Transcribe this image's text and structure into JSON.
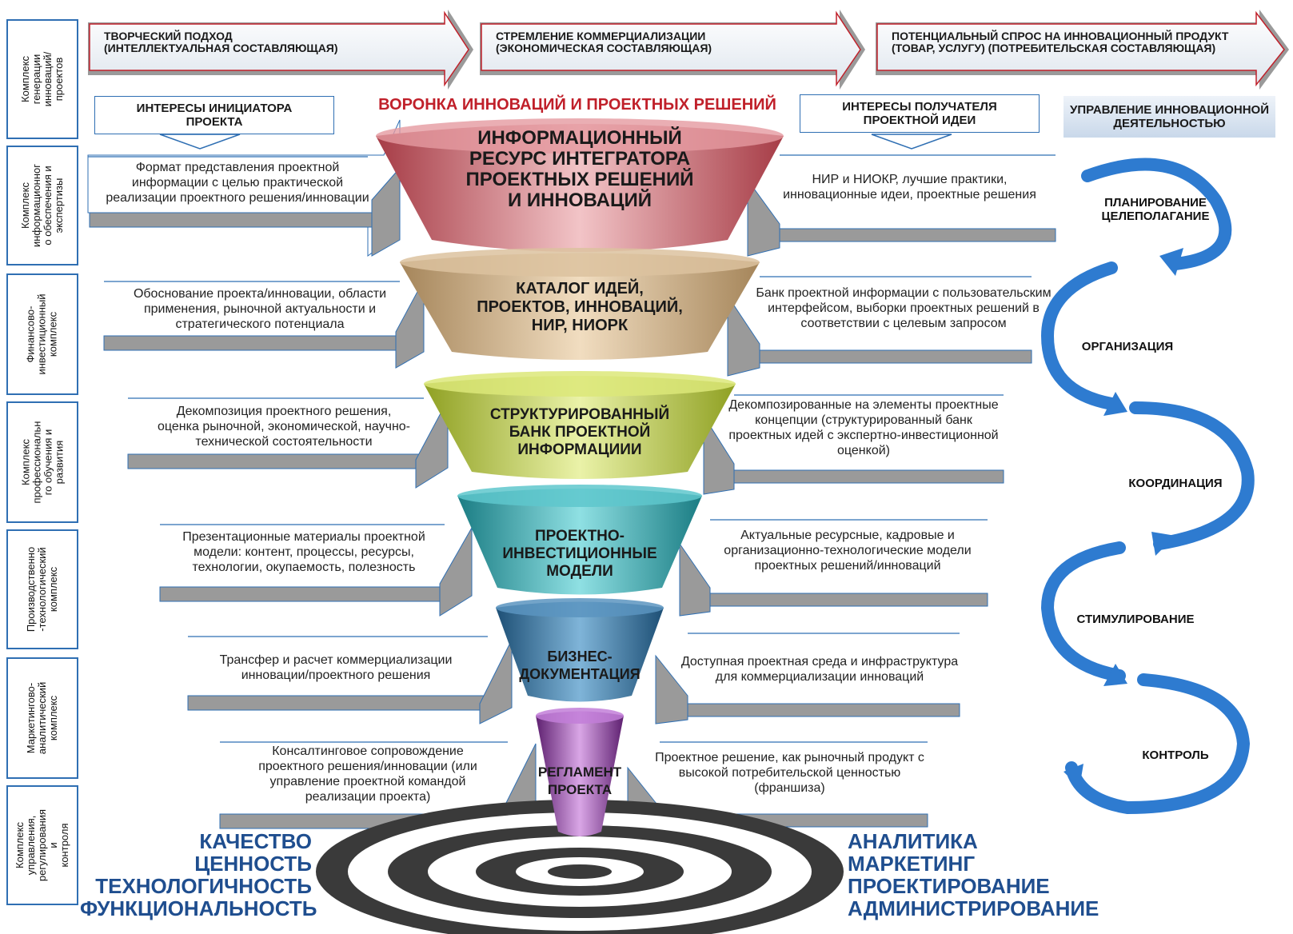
{
  "side_complexes": [
    "Комплекс\nгенерации\nинноваций/\nпроектов",
    "Комплекс\nинформационног\nо обеспечения и\nэкспертизы",
    "Финансово-\nинвестиционный\nкомплекс",
    "Комплекс\nпрофессиональн\nго обучения и\nразвития",
    "Производственно\n-технологический\nкомплекс",
    "Маркетингово-\nаналитический\nкомплекс",
    "Комплекс\nуправления,\nрегулирования и\nконтроля"
  ],
  "top_arrows": [
    "ТВОРЧЕСКИЙ ПОДХОД\n(ИНТЕЛЛЕКТУАЛЬНАЯ СОСТАВЛЯЮЩАЯ)",
    "СТРЕМЛЕНИЕ КОММЕРЦИАЛИЗАЦИИ\n(ЭКОНОМИЧЕСКАЯ СОСТАВЛЯЮЩАЯ)",
    "ПОТЕНЦИАЛЬНЫЙ СПРОС НА ИННОВАЦИОННЫЙ ПРОДУКТ\n(ТОВАР, УСЛУГУ) (ПОТРЕБИТЕЛЬСКАЯ СОСТАВЛЯЮЩАЯ)"
  ],
  "callouts": {
    "initiator": "ИНТЕРЕСЫ ИНИЦИАТОРА\nПРОЕКТА",
    "recipient": "ИНТЕРЕСЫ ПОЛУЧАТЕЛЯ\nПРОЕКТНОЙ ИДЕИ",
    "management": "УПРАВЛЕНИЕ ИННОВАЦИОННОЙ\nДЕЯТЕЛЬНОСТЬЮ"
  },
  "funnel_title": "ВОРОНКА ИННОВАЦИЙ И ПРОЕКТНЫХ РЕШЕНИЙ",
  "funnel_tiers": [
    "ИНФОРМАЦИОННЫЙ\nРЕСУРС ИНТЕГРАТОРА\nПРОЕКТНЫХ РЕШЕНИЙ\nИ ИННОВАЦИЙ",
    "КАТАЛОГ ИДЕЙ,\nПРОЕКТОВ, ИННОВАЦИЙ,\nНИР, НИОРК",
    "СТРУКТУРИРОВАННЫЙ\nБАНК ПРОЕКТНОЙ\nИНФОРМАЦИИИ",
    "ПРОЕКТНО-\nИНВЕСТИЦИОННЫЕ\nМОДЕЛИ",
    "БИЗНЕС-\nДОКУМЕНТАЦИЯ",
    "РЕГЛАМЕНТ\nПРОЕКТА"
  ],
  "left_descriptions": [
    "Формат представления проектной\nинформации с целью практической\nреализации проектного решения/инновации",
    "Обоснование проекта/инновации, области\nприменения, рыночной актуальности и\nстратегического потенциала",
    "Декомпозиция проектного решения,\nоценка рыночной, экономической, научно-\nтехнической состоятельности",
    "Презентационные материалы проектной\nмодели: контент, процессы, ресурсы,\nтехнологии, окупаемость, полезность",
    "Трансфер и расчет коммерциализации\nинновации/проектного решения",
    "Консалтинговое сопровождение\nпроектного решения/инновации (или\nуправление проектной командой\nреализации проекта)"
  ],
  "right_descriptions": [
    "НИР и НИОКР, лучшие практики,\nинновационные идеи, проектные решения",
    "Банк проектной информации с пользовательским\nинтерфейсом, выборки проектных решений в\nсоответствии с целевым запросом",
    "Декомпозированные на элементы проектные\nконцепции (структурированный банк\nпроектных идей с экспертно-инвестиционной\nоценкой)",
    "Актуальные ресурсные, кадровые и\nорганизационно-технологические модели\nпроектных решений/инноваций",
    "Доступная проектная среда и инфраструктура\nдля коммерциализации инноваций",
    "Проектное решение, как рыночный продукт с\nвысокой потребительской ценностью\n(франшиза)"
  ],
  "cycle_steps": [
    "ПЛАНИРОВАНИЕ\nЦЕЛЕПОЛАГАНИЕ",
    "ОРГАНИЗАЦИЯ",
    "КООРДИНАЦИЯ",
    "СТИМУЛИРОВАНИЕ",
    "КОНТРОЛЬ"
  ],
  "bottom_left": [
    "КАЧЕСТВО",
    "ЦЕННОСТЬ",
    "ТЕХНОЛОГИЧНОСТЬ",
    "ФУНКЦИОНАЛЬНОСТЬ"
  ],
  "bottom_right": [
    "АНАЛИТИКА",
    "МАРКЕТИНГ",
    "ПРОЕКТИРОВАНИЕ",
    "АДМИНИСТРИРОВАНИЕ"
  ],
  "colors": {
    "frame_blue": "#2f6fb3",
    "title_red": "#c0202a",
    "tier_red": "#c9656e",
    "tier_tan": "#c7a57a",
    "tier_green": "#b8c93a",
    "tier_teal": "#2b9fa6",
    "tier_blue": "#2a6f9e",
    "tier_purple": "#8a3fa0",
    "accent_navy": "#1f4e8f",
    "cycle_blue": "#2e7bd0"
  }
}
